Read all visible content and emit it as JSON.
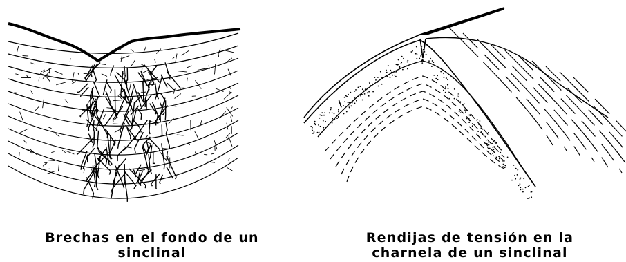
{
  "figures": [
    {
      "id": "breccia-syncline",
      "caption_lines": [
        "Brechas en el fondo de un",
        "sinclinal"
      ]
    },
    {
      "id": "tension-cracks-hinge",
      "caption_lines": [
        "Rendijas de tensión en la",
        "charnela de un sinclinal"
      ]
    }
  ]
}
